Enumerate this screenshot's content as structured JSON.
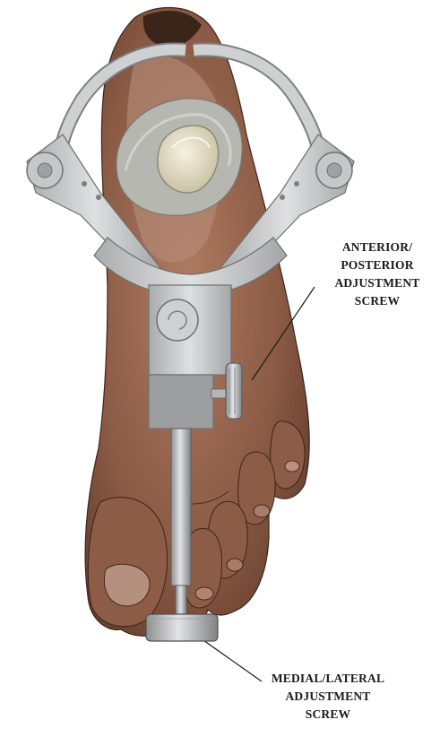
{
  "labels": {
    "anterior_posterior": {
      "line1": "ANTERIOR/",
      "line2": "POSTERIOR",
      "line3": "ADJUSTMENT",
      "line4": "SCREW"
    },
    "medial_lateral": {
      "line1": "MEDIAL/LATERAL",
      "line2": "ADJUSTMENT",
      "line3": "SCREW"
    }
  },
  "colors": {
    "skin": "#8a5a44",
    "skin_dark": "#4a2a1e",
    "skin_light": "#b98670",
    "metal": "#c9cacb",
    "metal_dark": "#8f9193",
    "tissue": "#b4b4b0",
    "implant": "#ece6cf"
  }
}
